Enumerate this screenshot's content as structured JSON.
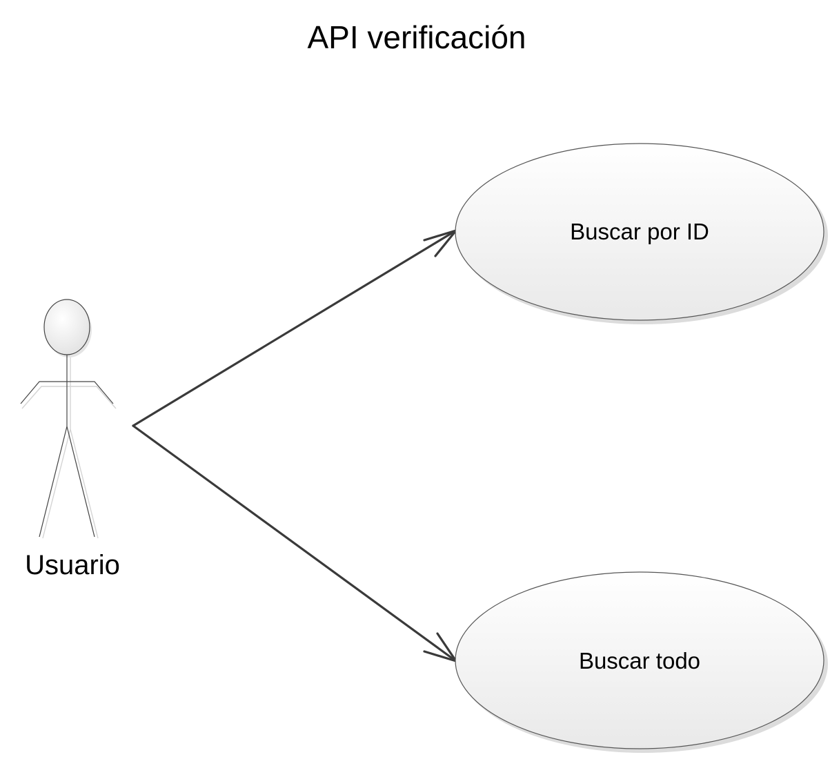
{
  "diagram": {
    "title": "API verificación",
    "actor": {
      "name": "Usuario"
    },
    "use_cases": [
      {
        "label": "Buscar por ID"
      },
      {
        "label": "Buscar todo"
      }
    ],
    "colors": {
      "line": "#3a3a3a",
      "ellipse_stroke": "#555555",
      "ellipse_fill_top": "#ffffff",
      "ellipse_fill_bottom": "#e8e8e8"
    }
  }
}
